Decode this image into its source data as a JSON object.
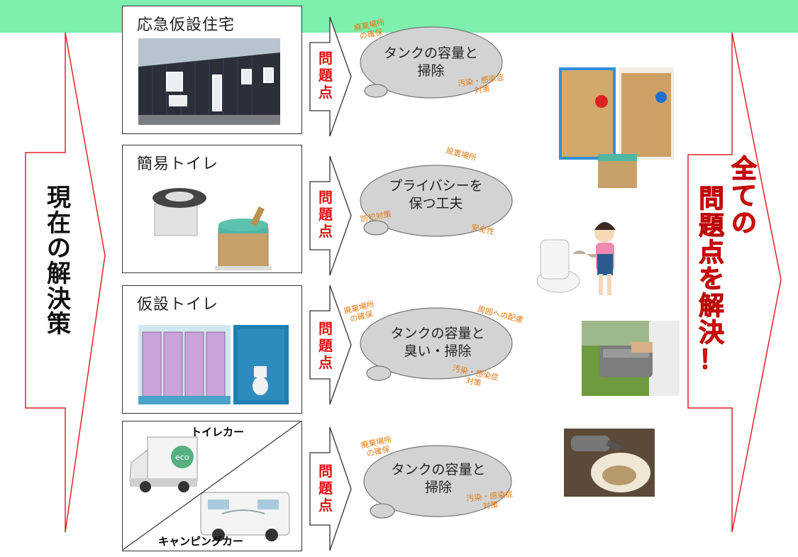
{
  "left_arrow": {
    "chars": [
      "現",
      "在",
      "の",
      "解",
      "決",
      "策"
    ]
  },
  "right_arrow": {
    "line1": [
      "全",
      "て",
      "の"
    ],
    "line2": [
      "問",
      "題",
      "点",
      "を",
      "解",
      "決",
      "！"
    ]
  },
  "problem_label": [
    "問",
    "題",
    "点"
  ],
  "rows": [
    {
      "title": "応急仮設住宅",
      "problem_lines": [
        "タンクの容量と",
        "掃除"
      ],
      "notes": {
        "disposal": [
          "廃棄場所",
          "の確保"
        ],
        "hygiene": [
          "汚染・感染症",
          "対策"
        ]
      }
    },
    {
      "title": "簡易トイレ",
      "problem_lines": [
        "プライバシーを",
        "保つ工夫"
      ],
      "notes": {
        "location": "設置場所",
        "crime": "防犯対策",
        "safety": "安全性"
      }
    },
    {
      "title": "仮設トイレ",
      "problem_lines": [
        "タンクの容量と",
        "臭い・掃除"
      ],
      "notes": {
        "disposal": [
          "廃棄場所",
          "の確保"
        ],
        "consideration": "周囲への配慮",
        "hygiene": [
          "汚染・感染症",
          "対策"
        ]
      }
    },
    {
      "toilet_car_label": "トイレカー",
      "camping_car_label": "キャンピングカー",
      "eco_label": "eco",
      "problem_lines": [
        "タンクの容量と",
        "掃除"
      ],
      "notes": {
        "disposal": [
          "廃棄場所",
          "の確保"
        ],
        "hygiene": [
          "汚染・感染症",
          "対策"
        ]
      }
    }
  ],
  "colors": {
    "top_band": "#7df0ae",
    "arrow_stroke": "#d22",
    "problem_text": "#dd1111",
    "note_text": "#e07a10",
    "bubble_fill": "#d3d3d3",
    "solution_text": "#ff2a00"
  }
}
